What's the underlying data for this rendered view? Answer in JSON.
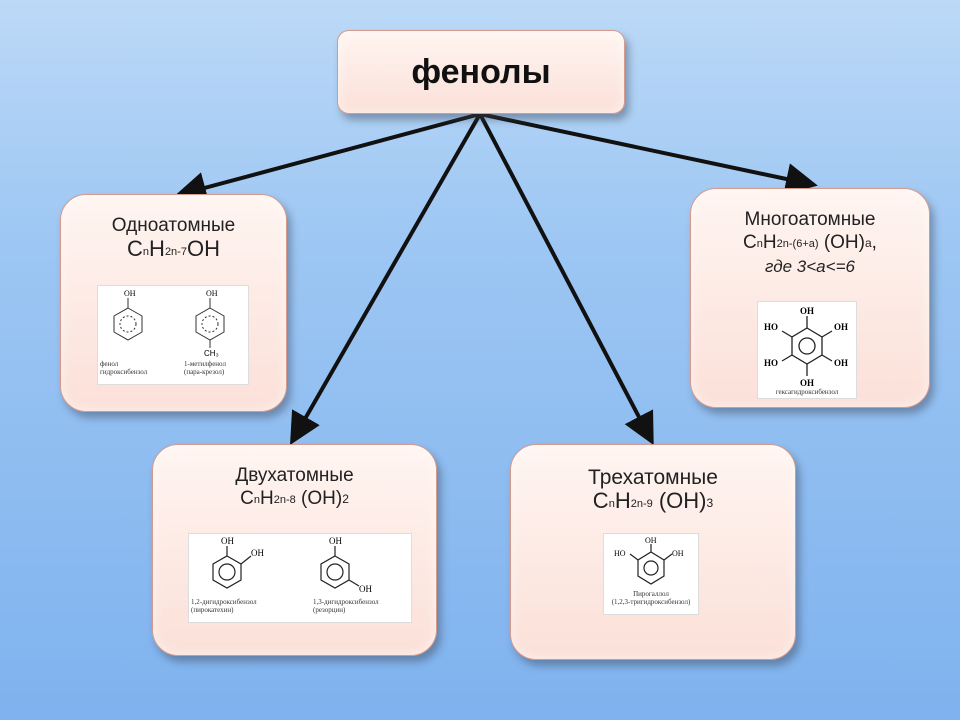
{
  "root": {
    "title": "фенолы"
  },
  "colors": {
    "arrow": "#111111",
    "box_fill": "#fde6df",
    "box_border": "#d69a8c"
  },
  "monoatomic": {
    "name": "Одноатомные",
    "formula": {
      "c": "C",
      "n": "n",
      "h": "H",
      "sub": "2n-7",
      "tail": "OH"
    },
    "molecules": [
      {
        "group": "OH",
        "caption": "фенол\nгидроксибензол"
      },
      {
        "group": "OH",
        "group2": "CH₃",
        "caption": "1-метилфенол\n(пара-крезол)"
      }
    ]
  },
  "diatomic": {
    "name": "Двухатомные",
    "formula": {
      "c": "C",
      "n": "n",
      "h": "H",
      "sub": "2n-8",
      "tail": "(OH)",
      "tail_sub": "2"
    },
    "molecules": [
      {
        "group": "OH",
        "group2": "OH",
        "caption": "1,2-дигидроксибензол\n(пирокатехин)"
      },
      {
        "group": "OH",
        "group2": "OH",
        "caption": "1,3-дигидроксибензол\n(резорцин)"
      }
    ]
  },
  "triatomic": {
    "name": "Трехатомные",
    "formula": {
      "c": "C",
      "n": "n",
      "h": "H",
      "sub": "2n-9",
      "tail": "(OH)",
      "tail_sub": "3"
    },
    "molecules": [
      {
        "groups": [
          "HO",
          "OH",
          "OH"
        ],
        "caption": "Пирогаллол\n(1,2,3-тригидроксибензол)"
      }
    ]
  },
  "polyatomic": {
    "name": "Многоатомные",
    "formula": {
      "c": "C",
      "n": "n",
      "h": "H",
      "sub": "2n-(6+a)",
      "tail": "(OH)",
      "tail_sub": "a",
      "suffix": ","
    },
    "condition": "где 3<a<=6",
    "molecules": [
      {
        "groups": [
          "HO",
          "OH",
          "OH",
          "HO",
          "OH",
          "OH"
        ],
        "caption": "гексагидроксибензол"
      }
    ]
  }
}
